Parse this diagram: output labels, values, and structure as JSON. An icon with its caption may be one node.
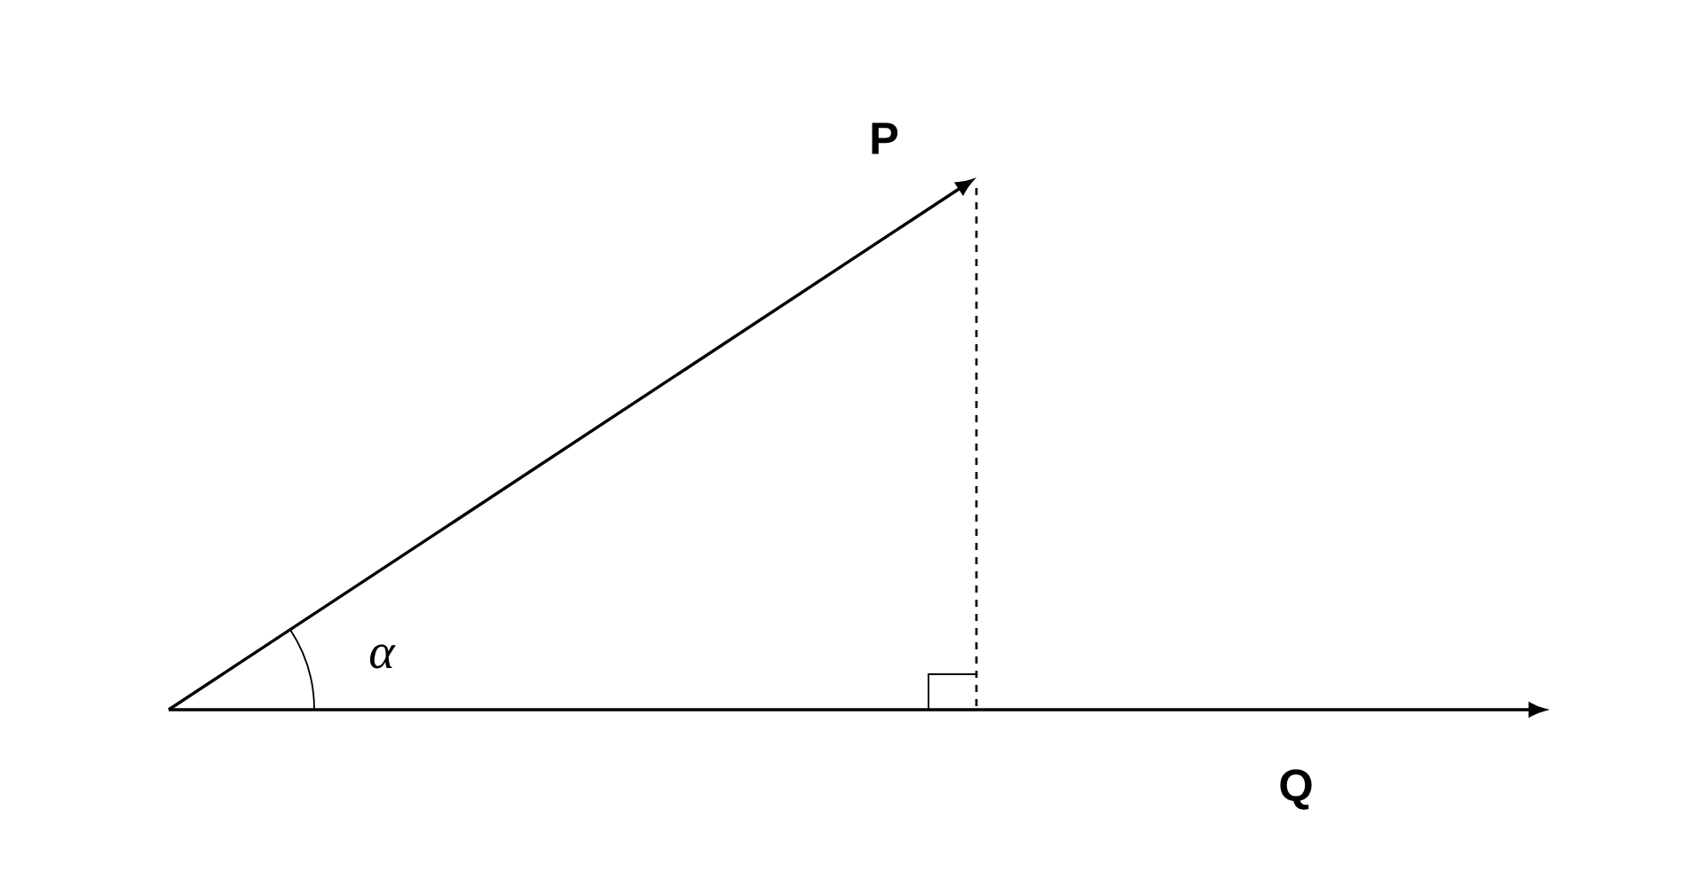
{
  "diagram": {
    "labels": [
      "P",
      "α",
      "Q"
    ]
  }
}
